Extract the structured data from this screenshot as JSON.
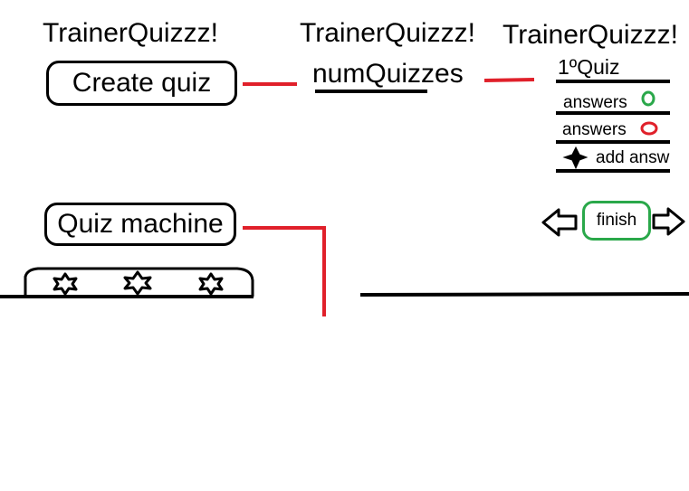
{
  "titles": [
    "TrainerQuizzz!",
    "TrainerQuizzz!",
    "TrainerQuizzz!"
  ],
  "screen1": {
    "create_button": "Create quiz",
    "machine_button": "Quiz machine"
  },
  "screen2": {
    "num_quizzes": "numQuizzes"
  },
  "screen3": {
    "quiz_label": "1ºQuiz",
    "answers": [
      {
        "label": "answers",
        "mark_color": "#2aa84a"
      },
      {
        "label": "answers",
        "mark_color": "#e0202a"
      }
    ],
    "add_answer": "add answ",
    "finish_button": "finish"
  },
  "colors": {
    "connector": "#e0202a",
    "ink": "#000000",
    "finish_border": "#2aa84a"
  }
}
